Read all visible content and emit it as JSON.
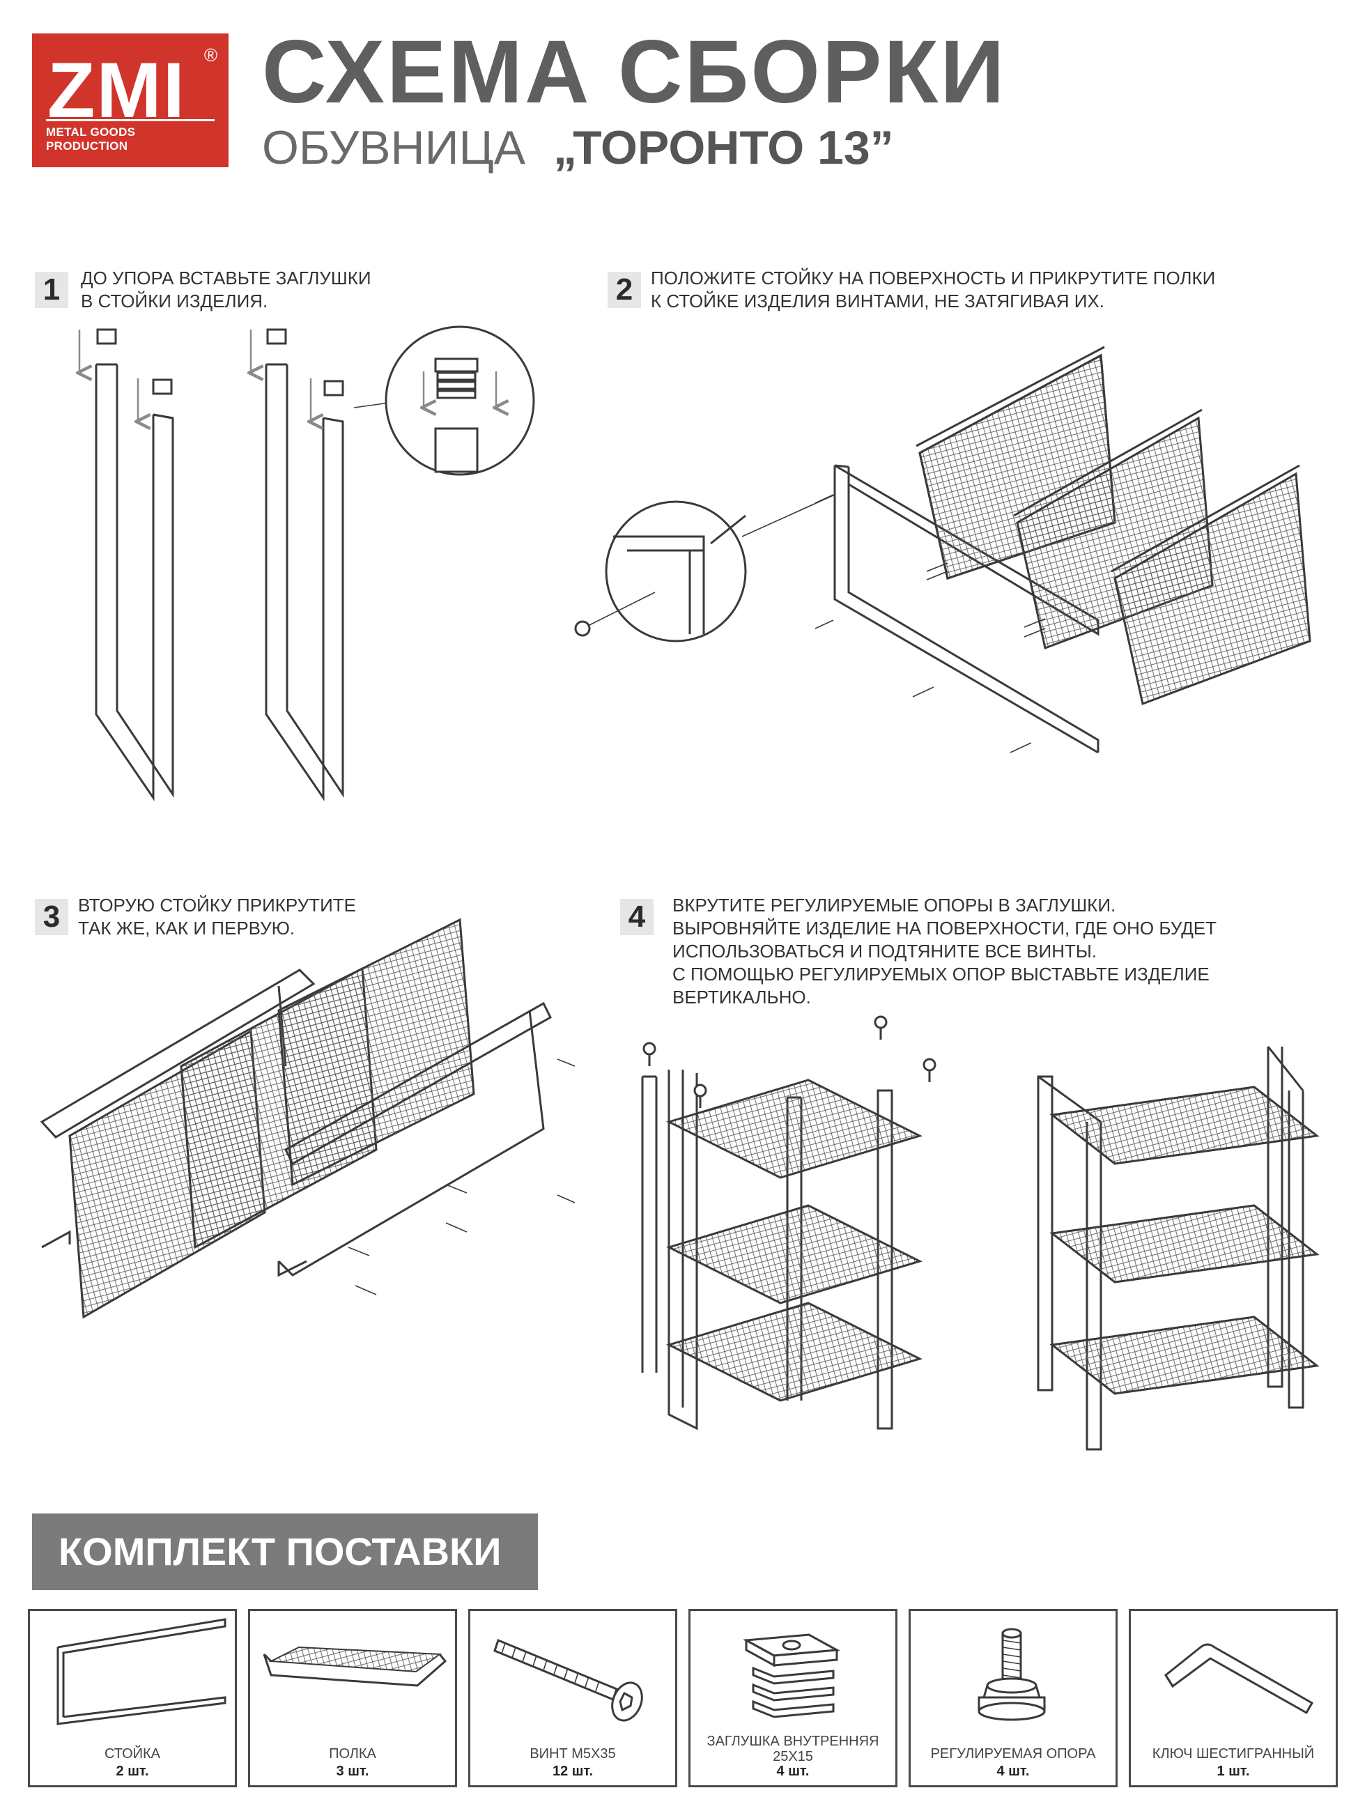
{
  "header": {
    "logo_text": "ZMI",
    "logo_reg": "®",
    "logo_subtitle": "METAL GOODS PRODUCTION",
    "title": "СХЕМА СБОРКИ",
    "subtitle_left": "ОБУВНИЦА",
    "subtitle_product": "„ТОРОНТО 13”"
  },
  "steps": [
    {
      "number": "1",
      "lines": [
        "ДО УПОРА ВСТАВЬТЕ ЗАГЛУШКИ",
        "В СТОЙКИ ИЗДЕЛИЯ."
      ]
    },
    {
      "number": "2",
      "lines": [
        "ПОЛОЖИТЕ СТОЙКУ НА ПОВЕРХНОСТЬ И ПРИКРУТИТЕ ПОЛКИ",
        "К СТОЙКЕ ИЗДЕЛИЯ ВИНТАМИ, НЕ ЗАТЯГИВАЯ ИХ."
      ]
    },
    {
      "number": "3",
      "lines": [
        "ВТОРУЮ СТОЙКУ ПРИКРУТИТЕ",
        "ТАК ЖЕ, КАК И ПЕРВУЮ."
      ]
    },
    {
      "number": "4",
      "lines": [
        "ВКРУТИТЕ РЕГУЛИРУЕМЫЕ ОПОРЫ В ЗАГЛУШКИ.",
        "ВЫРОВНЯЙТЕ ИЗДЕЛИЕ НА ПОВЕРХНОСТИ, ГДЕ ОНО БУДЕТ",
        "ИСПОЛЬЗОВАТЬСЯ И ПОДТЯНИТЕ ВСЕ ВИНТЫ.",
        "С ПОМОЩЬЮ РЕГУЛИРУЕМЫХ ОПОР ВЫСТАВЬТЕ ИЗДЕЛИЕ",
        "ВЕРТИКАЛЬНО."
      ]
    }
  ],
  "kit": {
    "title": "КОМПЛЕКТ ПОСТАВКИ",
    "items": [
      {
        "name": "СТОЙКА",
        "qty": "2 шт.",
        "icon": "frame-icon"
      },
      {
        "name": "ПОЛКА",
        "qty": "3 шт.",
        "icon": "shelf-icon"
      },
      {
        "name": "ВИНТ М5х35",
        "qty": "12 шт.",
        "icon": "screw-icon"
      },
      {
        "name": "ЗАГЛУШКА ВНУТРЕННЯЯ",
        "name2": "25х15",
        "qty": "4 шт.",
        "icon": "plug-icon"
      },
      {
        "name": "РЕГУЛИРУЕМАЯ ОПОРА",
        "qty": "4 шт.",
        "icon": "foot-icon"
      },
      {
        "name": "КЛЮЧ ШЕСТИГРАННЫЙ",
        "qty": "1 шт.",
        "icon": "hex-key-icon"
      }
    ]
  }
}
